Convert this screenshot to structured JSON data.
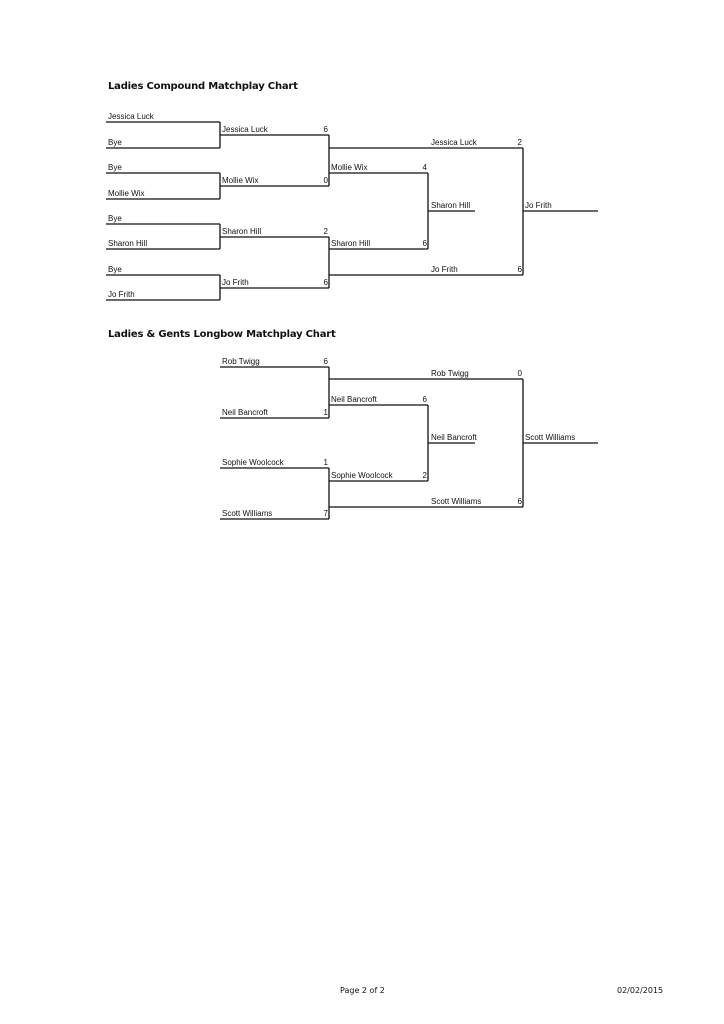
{
  "compound": {
    "title": "Ladies Compound Matchplay Chart",
    "round1": [
      "Jessica Luck",
      "Bye",
      "Bye",
      "Mollie Wix",
      "Bye",
      "Sharon Hill",
      "Bye",
      "Jo Frith"
    ],
    "round2": [
      {
        "name": "Jessica Luck",
        "score": "6"
      },
      {
        "name": "Mollie Wix",
        "score": "0"
      },
      {
        "name": "Sharon Hill",
        "score": "2"
      },
      {
        "name": "Jo Frith",
        "score": "6"
      }
    ],
    "semis": [
      {
        "name": "Mollie Wix",
        "score": "4"
      },
      {
        "name": "Sharon Hill",
        "score": "6"
      }
    ],
    "finalists": [
      {
        "name": "Jessica Luck",
        "score": "2"
      },
      {
        "name": "Jo Frith",
        "score": "6"
      }
    ],
    "third_place": "Sharon Hill",
    "winner": "Jo Frith"
  },
  "longbow": {
    "title": "Ladies & Gents Longbow Matchplay Chart",
    "round1": [
      {
        "name": "Rob Twigg",
        "score": "6"
      },
      {
        "name": "Neil Bancroft",
        "score": "1"
      },
      {
        "name": "Sophie Woolcock",
        "score": "1"
      },
      {
        "name": "Scott Williams",
        "score": "7"
      }
    ],
    "semis": [
      {
        "name": "Neil Bancroft",
        "score": "6"
      },
      {
        "name": "Sophie Woolcock",
        "score": "2"
      }
    ],
    "finalists": [
      {
        "name": "Rob Twigg",
        "score": "0"
      },
      {
        "name": "Scott Williams",
        "score": "6"
      }
    ],
    "third_place": "Neil Bancroft",
    "winner": "Scott Williams"
  },
  "footer": {
    "page": "Page 2 of 2",
    "date": "02/02/2015"
  }
}
